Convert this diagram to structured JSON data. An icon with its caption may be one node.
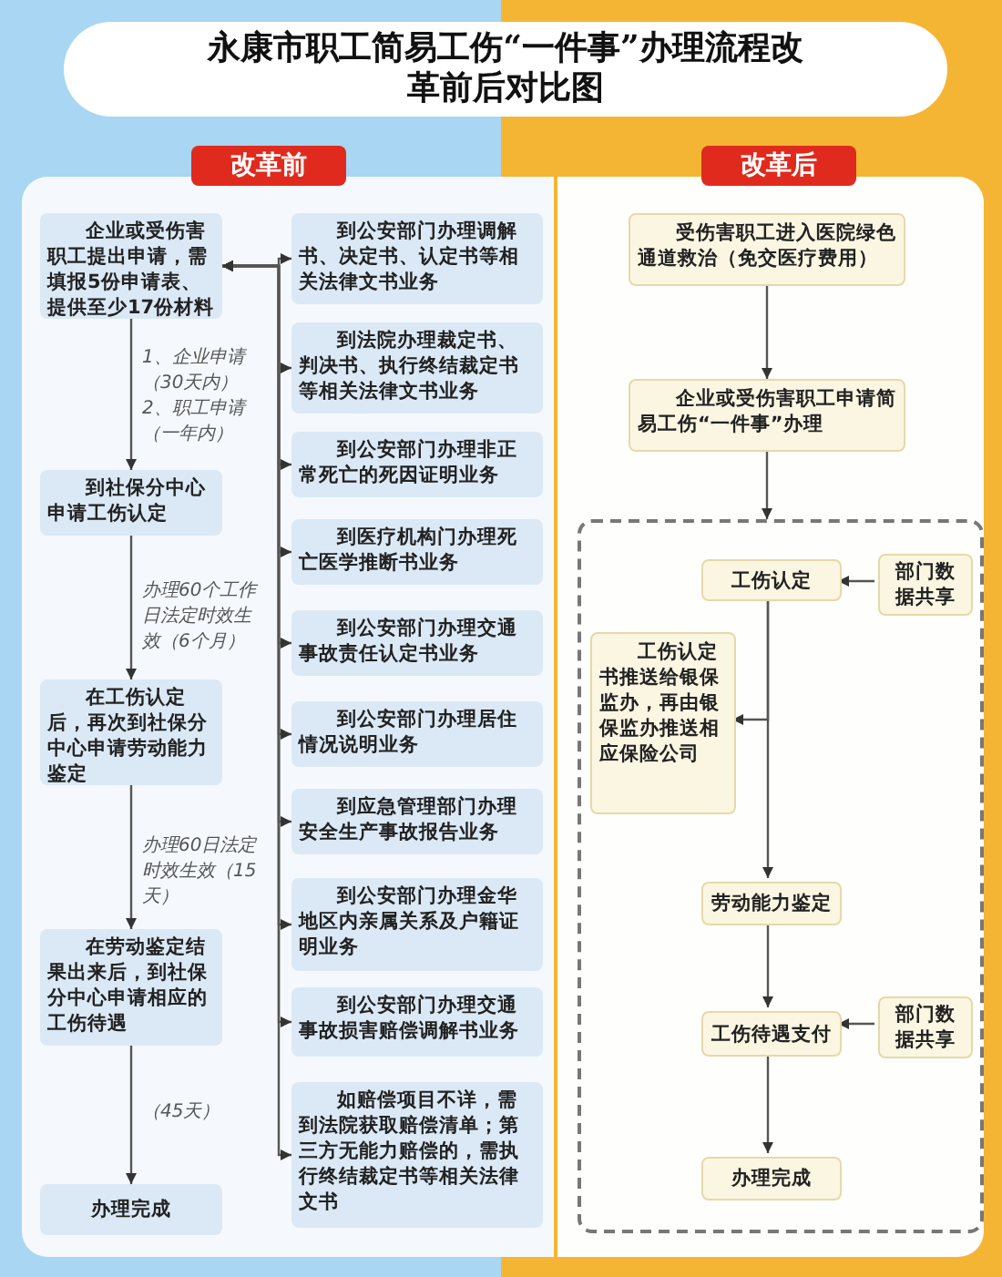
{
  "diagram": {
    "title": "永康市职工简易工伤“一件事”办理流程改革前后对比图",
    "nodes": [
      {
        "text": [
          "改革前"
        ]
      },
      {
        "text": [
          "企业或受伤害职工提出申请，需填报5份申请表、提供至少17份材料"
        ],
        "in": 0
      },
      {
        "text": [
          "到社保分中心申请工伤认定"
        ],
        "in": 0
      },
      {
        "text": [
          "在工伤认定后，再次到社保分中心申请劳动能力鉴定"
        ],
        "in": 0
      },
      {
        "text": [
          "在劳动鉴定结果出来后，到社保分中心申请相应的工伤待遇"
        ],
        "in": 0
      },
      {
        "text": [
          "办理完成"
        ],
        "in": 0
      },
      {
        "text": [
          "到公安部门办理调解书、决定书、认定书等相关法律文书业务"
        ],
        "in": 0
      },
      {
        "text": [
          "到法院办理裁定书、判决书、执行终结裁定书等相关法律文书业务"
        ],
        "in": 0
      },
      {
        "text": [
          "到公安部门办理非正常死亡的死因证明业务"
        ],
        "in": 0
      },
      {
        "text": [
          "到医疗机构门办理死亡医学推断书业务"
        ],
        "in": 0
      },
      {
        "text": [
          "到公安部门办理交通事故责任认定书业务"
        ],
        "in": 0
      },
      {
        "text": [
          "到公安部门办理居住情况说明业务"
        ],
        "in": 0
      },
      {
        "text": [
          "到应急管理部门办理安全生产事故报告业务"
        ],
        "in": 0
      },
      {
        "text": [
          "到公安部门办理金华地区内亲属关系及户籍证明业务"
        ],
        "in": 0
      },
      {
        "text": [
          "到公安部门办理交通事故损害赔偿调解书业务"
        ],
        "in": 0
      },
      {
        "text": [
          "如赔偿项目不详，需到法院获取赔偿清单；第三方无能力赔偿的，需执行终结裁定书等相关法律文书"
        ],
        "in": 0
      },
      {
        "text": [
          "改革后"
        ]
      },
      {
        "text": [
          "受伤害职工进入医院绿色通道救治（免交医疗费用）"
        ],
        "in": 16
      },
      {
        "text": [
          "企业或受伤害职工申请简易工伤“一件事”办理"
        ],
        "in": 16
      },
      {
        "text": [],
        "shape": "box",
        "in": 16
      },
      {
        "text": [
          "工伤认定"
        ],
        "in": 19
      },
      {
        "text": [
          "部门数据共享"
        ],
        "in": 19
      },
      {
        "text": [
          "工伤认定书推送给银保监办，再由银保监办推送相应保险公司"
        ],
        "in": 19
      },
      {
        "text": [
          "劳动能力鉴定"
        ],
        "in": 19
      },
      {
        "text": [
          "工伤待遇支付"
        ],
        "in": 19
      },
      {
        "text": [
          "部门数据共享"
        ],
        "in": 19
      },
      {
        "text": [
          "办理完成"
        ],
        "in": 19
      }
    ],
    "edges": [
      {
        "from": 1,
        "to": 2,
        "arrow": "to",
        "label": "1、企业申请（30天内）2、职工申请（一年内）"
      },
      {
        "from": 2,
        "to": 3,
        "arrow": "to",
        "label": "办理60个工作日法定时效生效（6个月）"
      },
      {
        "from": 3,
        "to": 4,
        "arrow": "to",
        "label": "办理60日法定时效生效（15天）"
      },
      {
        "from": 4,
        "to": 5,
        "arrow": "to",
        "label": "（45天）"
      },
      {
        "from": 1,
        "to": 6,
        "arrow": "both"
      },
      {
        "from": 1,
        "to": 7,
        "arrow": "both"
      },
      {
        "from": 1,
        "to": 8,
        "arrow": "both"
      },
      {
        "from": 1,
        "to": 9,
        "arrow": "both"
      },
      {
        "from": 1,
        "to": 10,
        "arrow": "both"
      },
      {
        "from": 1,
        "to": 11,
        "arrow": "both"
      },
      {
        "from": 1,
        "to": 12,
        "arrow": "both"
      },
      {
        "from": 1,
        "to": 13,
        "arrow": "both"
      },
      {
        "from": 1,
        "to": 14,
        "arrow": "both"
      },
      {
        "from": 1,
        "to": 15,
        "arrow": "both"
      },
      {
        "from": 17,
        "to": 18,
        "arrow": "to"
      },
      {
        "from": 18,
        "to": 19,
        "arrow": "to"
      },
      {
        "from": 20,
        "to": 23,
        "arrow": "to"
      },
      {
        "from": 21,
        "to": 20,
        "arrow": "to"
      },
      {
        "from": 20,
        "to": 22,
        "arrow": "to"
      },
      {
        "from": 23,
        "to": 24,
        "arrow": "to"
      },
      {
        "from": 25,
        "to": 24,
        "arrow": "to"
      },
      {
        "from": 24,
        "to": 26,
        "arrow": "to"
      }
    ]
  }
}
